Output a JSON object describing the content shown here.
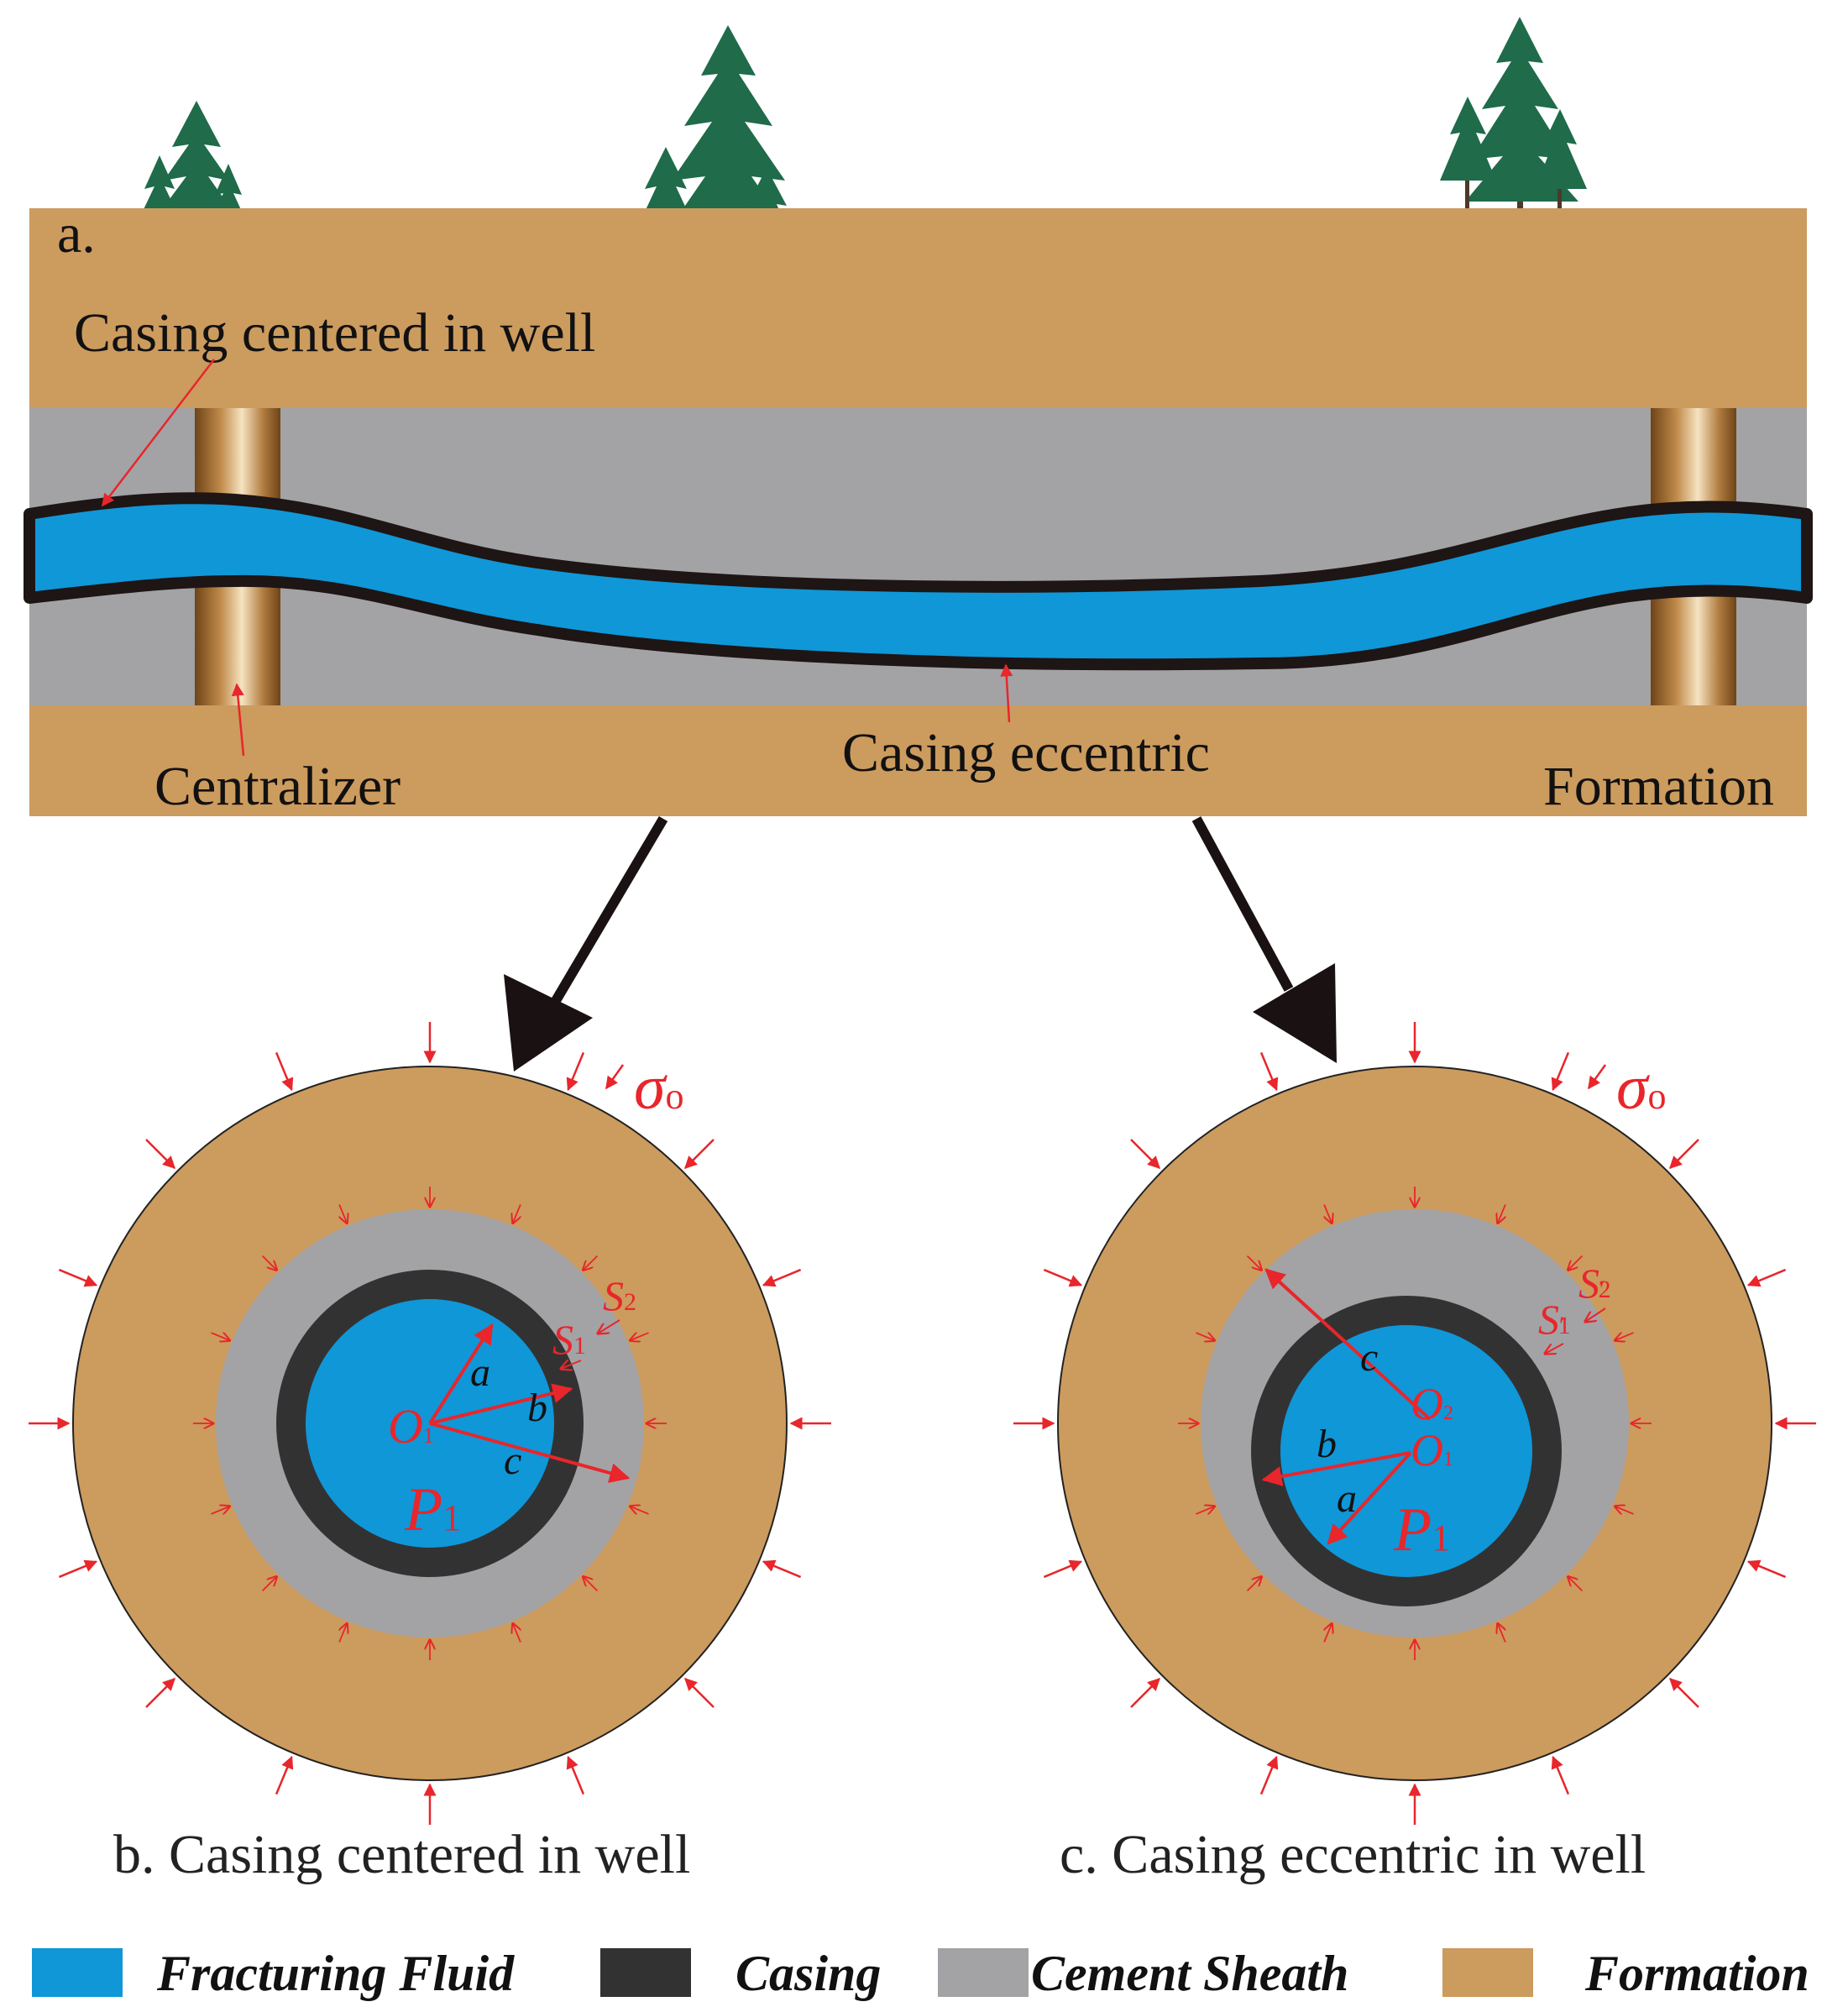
{
  "panel_a": {
    "label": "a.",
    "callout_centered": "Casing centered in well",
    "callout_centralizer": "Centralizer",
    "callout_eccentric": "Casing eccentric",
    "callout_formation": "Formation"
  },
  "panel_b": {
    "caption": "b. Casing centered in well",
    "sigma": "σ",
    "sigma_sub": "o",
    "s2": "S",
    "s2_sub": "2",
    "s1": "S",
    "s1_sub": "1",
    "a": "a",
    "b": "b",
    "c": "c",
    "o": "O",
    "o_sub": "1",
    "p": "P",
    "p_sub": "1"
  },
  "panel_c": {
    "caption": "c. Casing eccentric in well",
    "sigma": "σ",
    "sigma_sub": "o",
    "s2": "S",
    "s2_sub": "2",
    "s2_prime": "′",
    "s1": "S",
    "s1_sub": "1",
    "s1_prime": "′",
    "a": "a",
    "b": "b",
    "c": "c",
    "o2": "O",
    "o2_sub": "2",
    "o1": "O",
    "o1_sub": "1",
    "p": "P",
    "p_sub": "1"
  },
  "legend": [
    {
      "label": "Fracturing Fluid",
      "color": "#0f97d8"
    },
    {
      "label": "Casing",
      "color": "#333233"
    },
    {
      "label": "Cement Sheath",
      "color": "#a3a3a6"
    },
    {
      "label": "Formation",
      "color": "#cc9b5e"
    }
  ],
  "colors": {
    "fluid": "#0f97d8",
    "casing": "#333233",
    "cement": "#a3a3a6",
    "formation": "#cc9b5e",
    "stress_arrow": "#e8262b",
    "tree": "#1f6b4a"
  }
}
